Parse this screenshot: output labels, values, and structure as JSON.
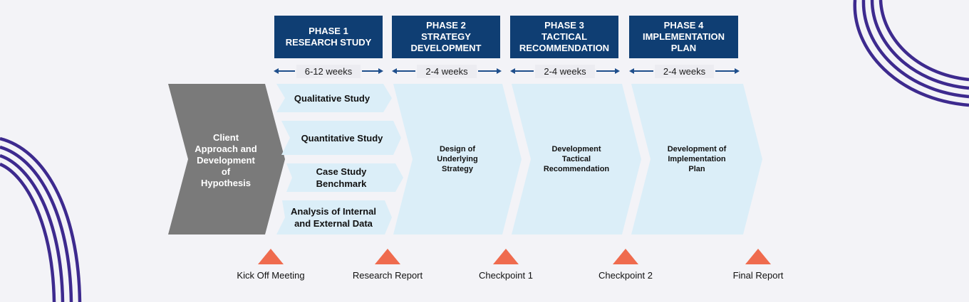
{
  "phases": [
    {
      "line1": "PHASE 1",
      "line2": "RESEARCH STUDY",
      "line3": ""
    },
    {
      "line1": "PHASE 2",
      "line2": "STRATEGY",
      "line3": "DEVELOPMENT"
    },
    {
      "line1": "PHASE 3",
      "line2": "TACTICAL",
      "line3": "RECOMMENDATION"
    },
    {
      "line1": "PHASE 4",
      "line2": "IMPLEMENTATION",
      "line3": "PLAN"
    }
  ],
  "durations": [
    "6-12 weeks",
    "2-4 weeks",
    "2-4 weeks",
    "2-4 weeks"
  ],
  "client_block": {
    "lines": [
      "Client",
      "Approach and",
      "Development",
      "of",
      "Hypothesis"
    ]
  },
  "studies": [
    {
      "line1": "Qualitative Study",
      "line2": ""
    },
    {
      "line1": "Quantitative Study",
      "line2": ""
    },
    {
      "line1": "Case Study",
      "line2": "Benchmark"
    },
    {
      "line1": "Analysis of Internal",
      "line2": "and External Data"
    }
  ],
  "phase_blocks": [
    {
      "lines": [
        "Design of",
        "Underlying",
        "Strategy"
      ]
    },
    {
      "lines": [
        "Development",
        "Tactical",
        "Recommendation"
      ]
    },
    {
      "lines": [
        "Development of",
        "Implementation",
        "Plan"
      ]
    }
  ],
  "milestones": [
    "Kick Off Meeting",
    "Research Report",
    "Checkpoint 1",
    "Checkpoint 2",
    "Final Report"
  ],
  "colors": {
    "phase_header": "#0f3e73",
    "chevron_light": "#dbeef8",
    "chevron_gray": "#7a7a7a",
    "milestone_marker": "#ef6b4e",
    "decor_stripes": "#3d2a8e",
    "background": "#f3f3f7"
  },
  "icons": {
    "milestone_marker": "triangle",
    "duration_arrows": "double-headed-arrow"
  }
}
